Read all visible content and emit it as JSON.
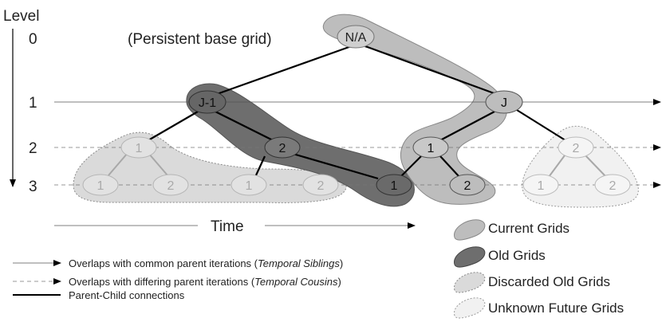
{
  "axis": {
    "title": "Level",
    "levels": [
      "0",
      "1",
      "2",
      "3"
    ],
    "time_label": "Time"
  },
  "base_grid_label": "(Persistent base grid)",
  "nodes": {
    "na": "N/A",
    "jm1": "J-1",
    "j": "J",
    "l2_disc": "1",
    "l3_disc_a": "1",
    "l3_disc_b": "2",
    "l2_old": "2",
    "l3_disc_c": "1",
    "l3_disc_d": "2",
    "l3_old": "1",
    "l2_cur": "1",
    "l3_cur": "2",
    "l2_fut": "2",
    "l3_fut_a": "1",
    "l3_fut_b": "2"
  },
  "legend_lines": {
    "siblings_prefix": "Overlaps with common parent iterations (",
    "siblings_term": "Temporal Siblings",
    "siblings_suffix": ")",
    "cousins_prefix": "Overlaps with differing parent iterations (",
    "cousins_term": "Temporal Cousins",
    "cousins_suffix": ")",
    "parent_child": "Parent-Child connections"
  },
  "legend_shapes": {
    "current": "Current Grids",
    "old": "Old Grids",
    "discarded": "Discarded Old Grids",
    "future": "Unknown Future Grids"
  },
  "colors": {
    "current_fill": "#bdbdbd",
    "old_fill": "#6e6e6e",
    "discarded_fill": "#dadada",
    "future_fill": "#f1f1f1",
    "line": "#000000"
  }
}
